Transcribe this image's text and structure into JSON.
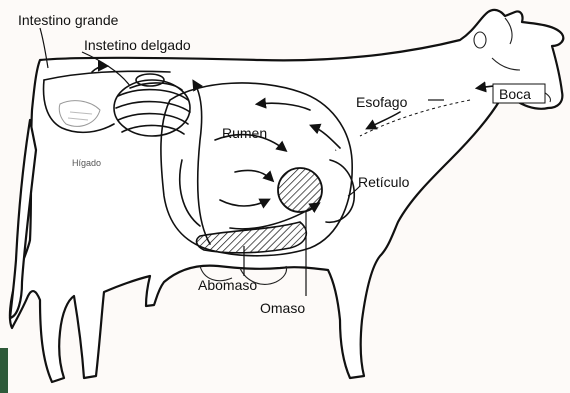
{
  "labels": {
    "intestino_grande": "Intestino grande",
    "intestino_delgado": "Instetino delgado",
    "rumen": "Rumen",
    "esofago": "Esofago",
    "boca": "Boca",
    "reticulo": "Retículo",
    "abomaso": "Abomaso",
    "omaso": "Omaso",
    "higado": "Hígado"
  },
  "colors": {
    "line": "#111111",
    "background": "#fdfaf8",
    "corner_accent": "#2e5a3a"
  }
}
